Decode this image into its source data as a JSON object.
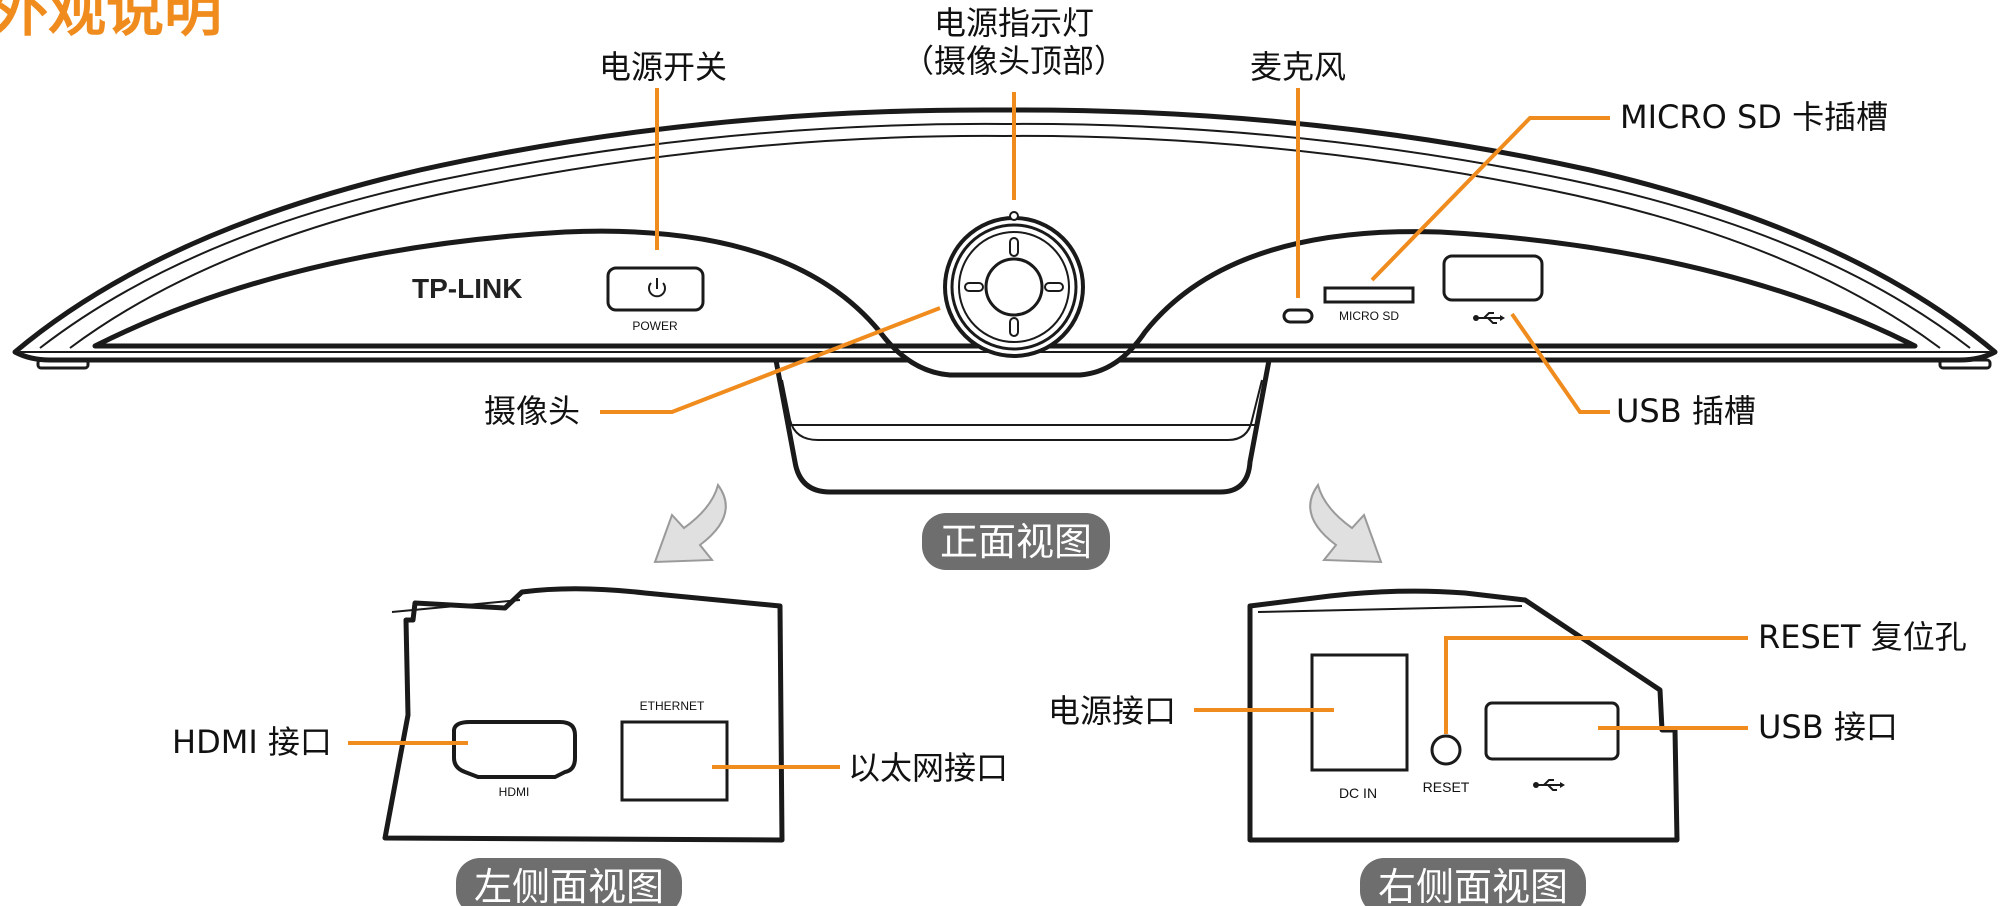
{
  "title": "外观说明",
  "labels": {
    "power_switch": "电源开关",
    "power_led_line1": "电源指示灯",
    "power_led_line2": "（摄像头顶部）",
    "microphone": "麦克风",
    "micro_sd_slot": "MICRO SD 卡插槽",
    "camera": "摄像头",
    "usb_slot": "USB 插槽",
    "hdmi_port": "HDMI 接口",
    "ethernet_port": "以太网接口",
    "power_port": "电源接口",
    "reset": "RESET 复位孔",
    "usb_port": "USB 接口"
  },
  "captions": {
    "front": "正面视图",
    "left": "左侧面视图",
    "right": "右侧面视图"
  },
  "device_text": {
    "logo": "TP-LINK",
    "power": "POWER",
    "micro_sd": "MICRO SD",
    "hdmi": "HDMI",
    "ethernet": "ETHERNET",
    "dc_in": "DC IN",
    "reset": "RESET"
  },
  "colors": {
    "accent": "#f08c1e",
    "caption_bg": "#6e6e6e"
  },
  "icons": {
    "power": "power-icon",
    "usb": "usb-icon",
    "arrow": "curved-arrow-icon"
  }
}
